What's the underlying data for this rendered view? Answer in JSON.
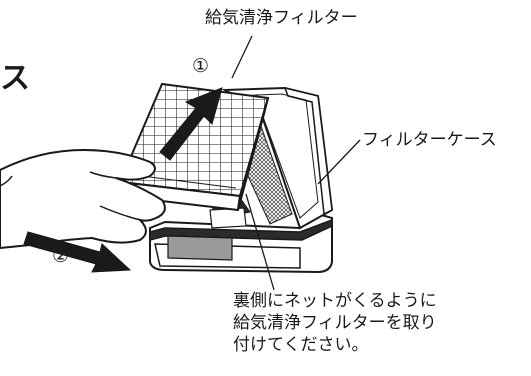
{
  "partial_heading": "ス",
  "labels": {
    "filter": "給気清浄フィルター",
    "case": "フィルターケース"
  },
  "steps": {
    "step1": "①",
    "step2": "②"
  },
  "note_lines": [
    "裏側にネットがくるように",
    "給気清浄フィルターを取り",
    "付けてください。"
  ],
  "colors": {
    "line": "#1a1a1a",
    "case_dark": "#2b2b2b",
    "tray_gray": "#9a9a9a",
    "background": "#ffffff"
  }
}
